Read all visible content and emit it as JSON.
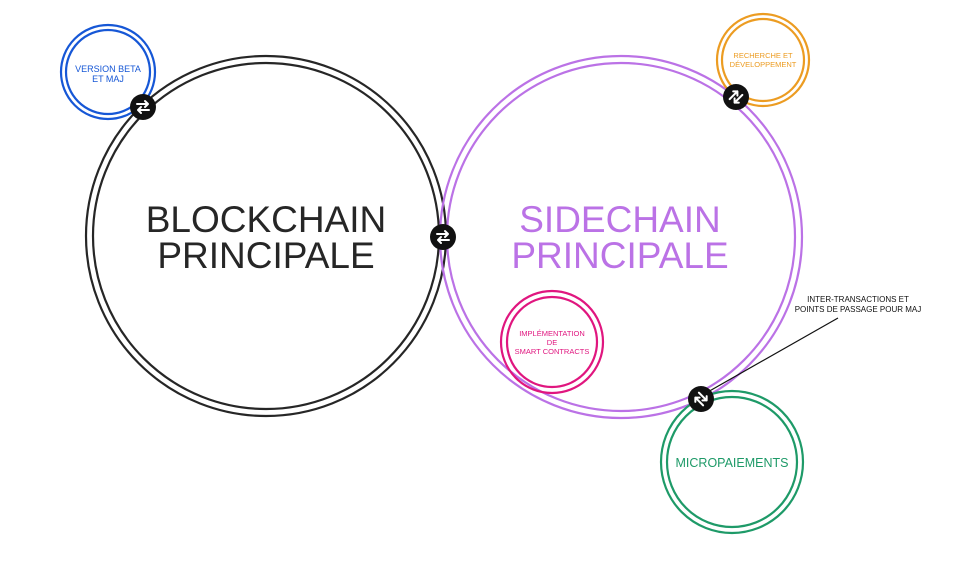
{
  "diagram": {
    "main": {
      "line1": "BLOCKCHAIN",
      "line2": "PRINCIPALE",
      "color": "#262626"
    },
    "sidechain": {
      "line1": "SIDECHAIN",
      "line2": "PRINCIPALE",
      "color": "#bb72e6"
    },
    "beta": {
      "line1": "VERSION BETA",
      "line2": "ET MAJ",
      "color": "#1657d6"
    },
    "rnd": {
      "line1": "RECHERCHE ET",
      "line2": "DÉVELOPPEMENT",
      "color": "#ec9c22"
    },
    "smart": {
      "line1": "IMPLÉMENTATION",
      "line2": "DE",
      "line3": "SMART CONTRACTS",
      "color": "#e0167f"
    },
    "micro": {
      "line1": "MICROPAIEMENTS",
      "color": "#1e9a68"
    },
    "annotation": {
      "line1": "INTER-TRANSACTIONS ET",
      "line2": "POINTS DE PASSAGE POUR MAJ"
    },
    "connector_icon": "exchange-arrows-icon"
  }
}
